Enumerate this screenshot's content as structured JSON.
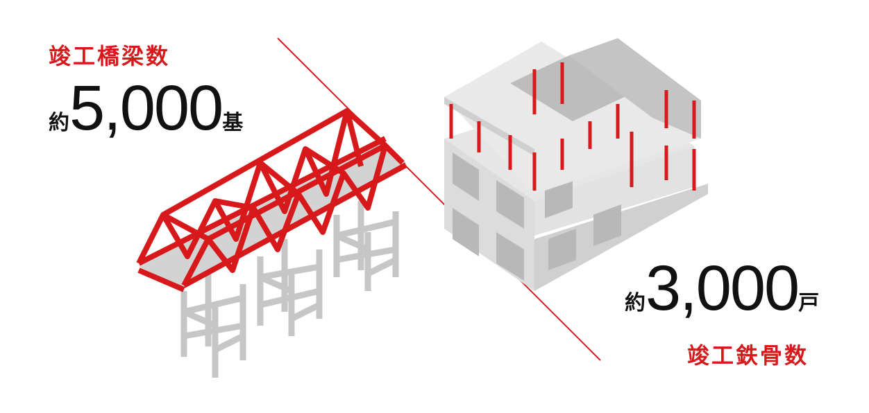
{
  "bridges": {
    "label": "竣工橋梁数",
    "prefix": "約",
    "value": "5,000",
    "unit": "基"
  },
  "steel": {
    "label": "竣工鉄骨数",
    "prefix": "約",
    "value": "3,000",
    "unit": "戸"
  },
  "colors": {
    "accent": "#d7191b",
    "structure": "#c8c8c8",
    "text": "#111111"
  }
}
